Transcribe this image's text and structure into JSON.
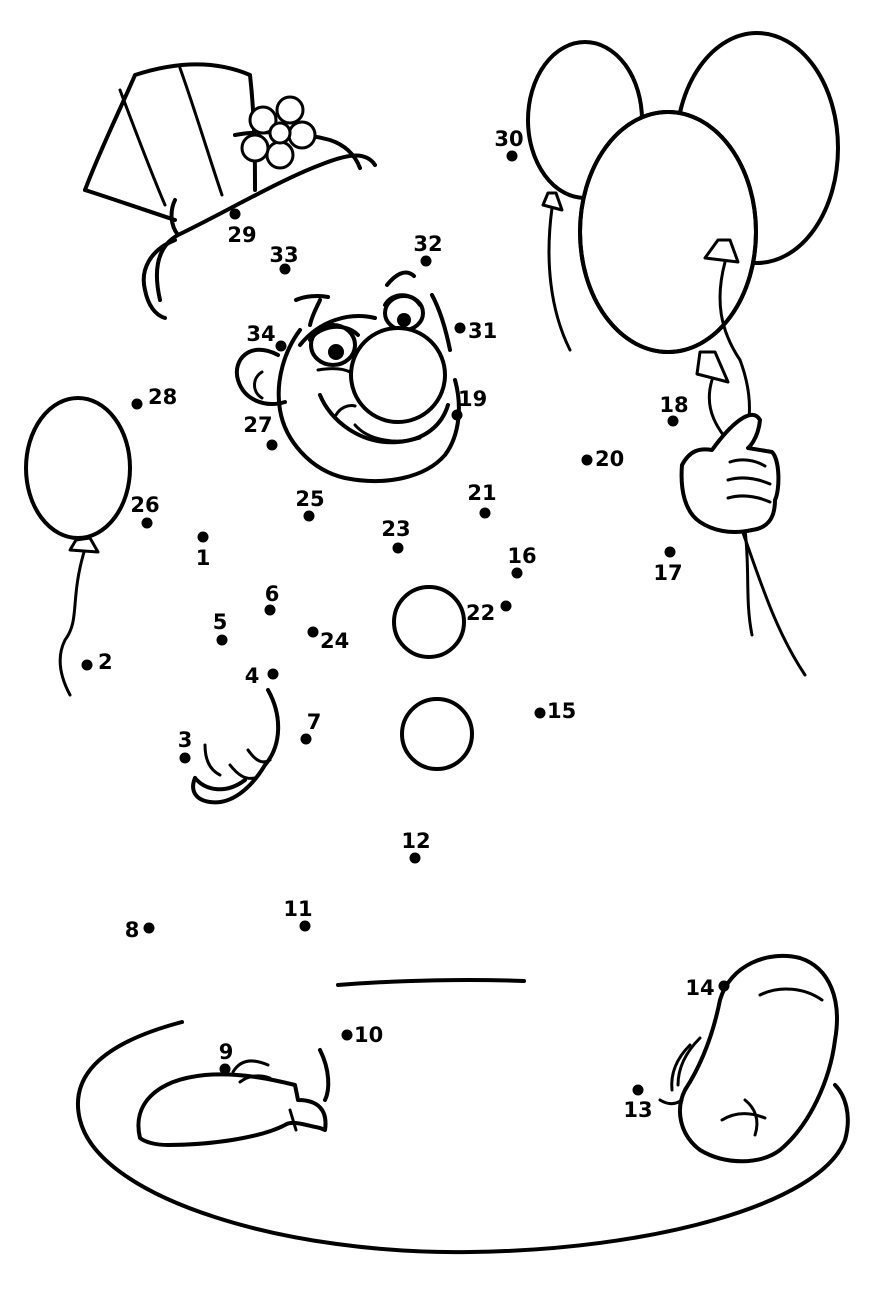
{
  "colors": {
    "ink": "#000000",
    "paper": "#ffffff"
  },
  "dots": [
    {
      "n": "1"
    },
    {
      "n": "2"
    },
    {
      "n": "3"
    },
    {
      "n": "4"
    },
    {
      "n": "5"
    },
    {
      "n": "6"
    },
    {
      "n": "7"
    },
    {
      "n": "8"
    },
    {
      "n": "9"
    },
    {
      "n": "10"
    },
    {
      "n": "11"
    },
    {
      "n": "12"
    },
    {
      "n": "13"
    },
    {
      "n": "14"
    },
    {
      "n": "15"
    },
    {
      "n": "16"
    },
    {
      "n": "17"
    },
    {
      "n": "18"
    },
    {
      "n": "19"
    },
    {
      "n": "20"
    },
    {
      "n": "21"
    },
    {
      "n": "22"
    },
    {
      "n": "23"
    },
    {
      "n": "24"
    },
    {
      "n": "25"
    },
    {
      "n": "26"
    },
    {
      "n": "27"
    },
    {
      "n": "28"
    },
    {
      "n": "29"
    },
    {
      "n": "30"
    },
    {
      "n": "31"
    },
    {
      "n": "32"
    },
    {
      "n": "33"
    },
    {
      "n": "34"
    }
  ]
}
